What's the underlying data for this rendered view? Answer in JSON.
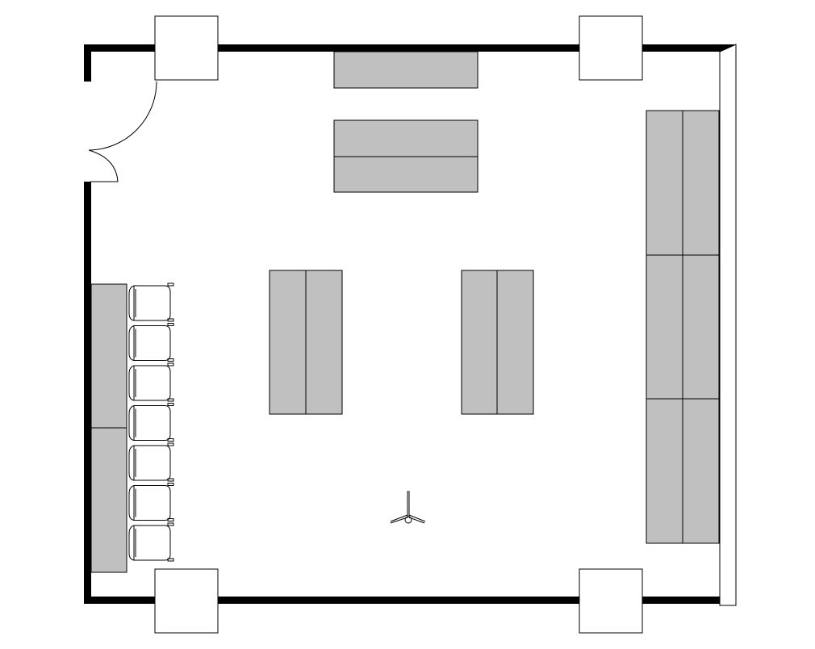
{
  "colors": {
    "wall": "#000000",
    "furniture_fill": "#c0c0c0",
    "background": "#ffffff",
    "line": "#000000"
  },
  "plan": {
    "furniture": {
      "top_table": {
        "sections": 1
      },
      "front_table": {
        "sections": 2
      },
      "left_table": {
        "sections": 2
      },
      "right_table": {
        "sections": 2
      },
      "right_counter": {
        "sections": 6
      },
      "left_bench": {
        "sections": 2
      }
    },
    "columns_count": 4,
    "chairs_count": 7,
    "door": {
      "type": "swing"
    },
    "tripod": {
      "type": "stand"
    }
  }
}
